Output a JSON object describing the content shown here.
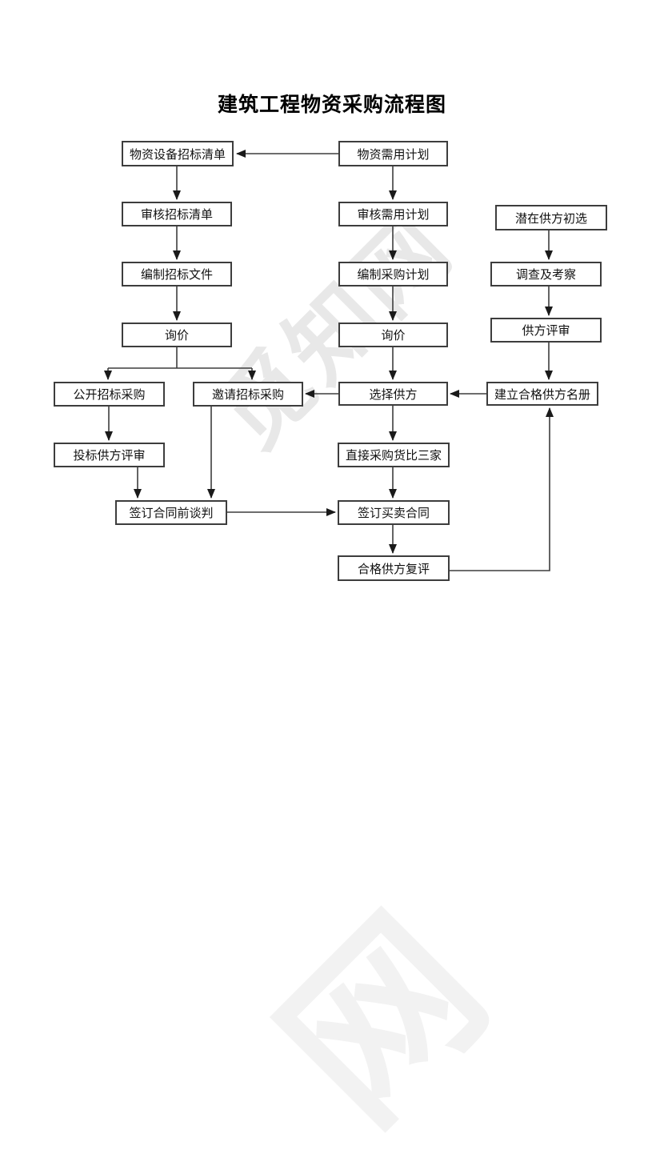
{
  "title": "建筑工程物资采购流程图",
  "watermark": {
    "text": "觅知网",
    "partial": "网"
  },
  "nodes": [
    {
      "id": "material-equipment-bid-list",
      "label": "物资设备招标清单"
    },
    {
      "id": "material-demand-plan",
      "label": "物资需用计划"
    },
    {
      "id": "review-bid-list",
      "label": "审核招标清单"
    },
    {
      "id": "review-demand-plan",
      "label": "审核需用计划"
    },
    {
      "id": "potential-supplier-preselect",
      "label": "潜在供方初选"
    },
    {
      "id": "prepare-bid-document",
      "label": "编制招标文件"
    },
    {
      "id": "prepare-purchase-plan",
      "label": "编制采购计划"
    },
    {
      "id": "investigate-inspect",
      "label": "调查及考察"
    },
    {
      "id": "inquiry-left",
      "label": "询价"
    },
    {
      "id": "inquiry-mid",
      "label": "询价"
    },
    {
      "id": "supplier-review",
      "label": "供方评审"
    },
    {
      "id": "public-bidding",
      "label": "公开招标采购"
    },
    {
      "id": "invited-bidding",
      "label": "邀请招标采购"
    },
    {
      "id": "select-supplier",
      "label": "选择供方"
    },
    {
      "id": "qualified-supplier-roster",
      "label": "建立合格供方名册"
    },
    {
      "id": "bid-supplier-review",
      "label": "投标供方评审"
    },
    {
      "id": "direct-purchase-compare",
      "label": "直接采购货比三家"
    },
    {
      "id": "pre-contract-negotiation",
      "label": "签订合同前谈判"
    },
    {
      "id": "sign-sales-contract",
      "label": "签订买卖合同"
    },
    {
      "id": "qualified-supplier-reevaluation",
      "label": "合格供方复评"
    }
  ]
}
